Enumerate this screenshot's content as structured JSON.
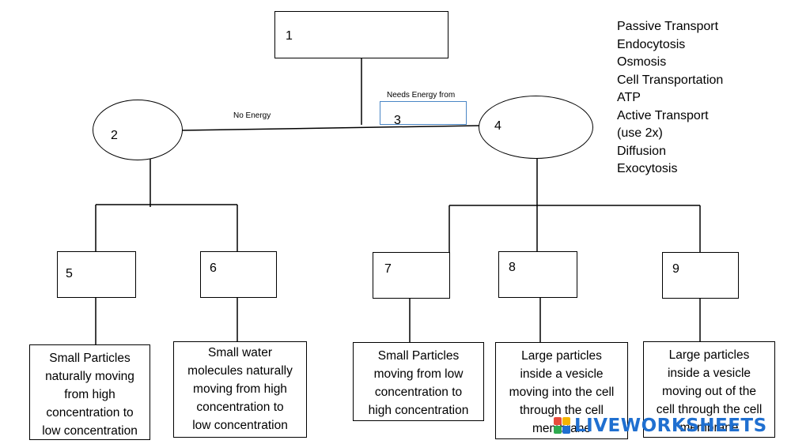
{
  "nodes": {
    "n1": "1",
    "n2": "2",
    "n3": "3",
    "n4": "4",
    "n5": "5",
    "n6": "6",
    "n7": "7",
    "n8": "8",
    "n9": "9"
  },
  "edge_labels": {
    "no_energy": "No Energy",
    "needs_energy": "Needs Energy from"
  },
  "descriptions": {
    "d5": [
      "Small Particles",
      "naturally moving",
      "from high",
      "concentration to",
      "low concentration"
    ],
    "d6": [
      "Small water",
      "molecules naturally",
      "moving from high",
      "concentration to",
      "low concentration"
    ],
    "d7": [
      "Small Particles",
      "moving from low",
      "concentration to",
      "high concentration"
    ],
    "d8": [
      "Large particles",
      "inside a vesicle",
      "moving into the cell",
      "through the cell",
      "membrane"
    ],
    "d9": [
      "Large particles",
      "inside a vesicle",
      "moving out of the",
      "cell through the cell",
      "membrane"
    ]
  },
  "word_bank": [
    "Passive Transport",
    "Endocytosis",
    "Osmosis",
    "Cell Transportation",
    "ATP",
    "Active Transport",
    "(use 2x)",
    "Diffusion",
    "Exocytosis"
  ],
  "watermark": "LIVEWORKSHEETS",
  "colors": {
    "line": "#000000",
    "energy_box_border": "#4a86c5",
    "watermark": "#1f6fd0"
  }
}
